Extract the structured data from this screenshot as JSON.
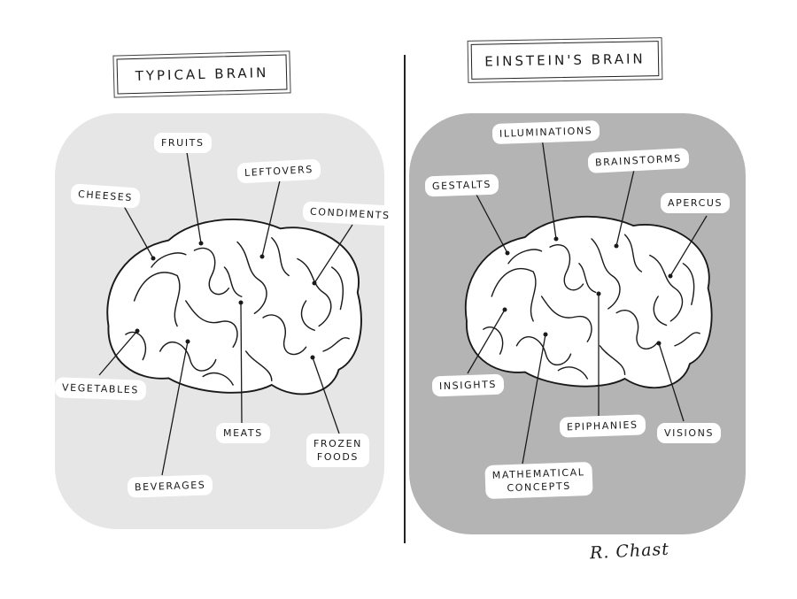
{
  "titles": {
    "left": "TYPICAL BRAIN",
    "right": "EINSTEIN'S BRAIN"
  },
  "left_labels": {
    "fruits": "FRUITS",
    "leftovers": "LEFTOVERS",
    "cheeses": "CHEESES",
    "condiments": "CONDIMENTS",
    "vegetables": "VEGETABLES",
    "meats": "MEATS",
    "frozen_foods_1": "FROZEN",
    "frozen_foods_2": "FOODS",
    "beverages": "BEVERAGES"
  },
  "right_labels": {
    "illuminations": "ILLUMINATIONS",
    "brainstorms": "BRAINSTORMS",
    "gestalts": "GESTALTS",
    "apercus": "APERCUS",
    "insights": "INSIGHTS",
    "epiphanies": "EPIPHANIES",
    "visions": "VISIONS",
    "mathematical_concepts_1": "MATHEMATICAL",
    "mathematical_concepts_2": "CONCEPTS"
  },
  "signature": "R. Chast",
  "colors": {
    "left_background": "#e6e6e6",
    "right_background": "#b4b4b4",
    "ink": "#1a1a1a"
  }
}
